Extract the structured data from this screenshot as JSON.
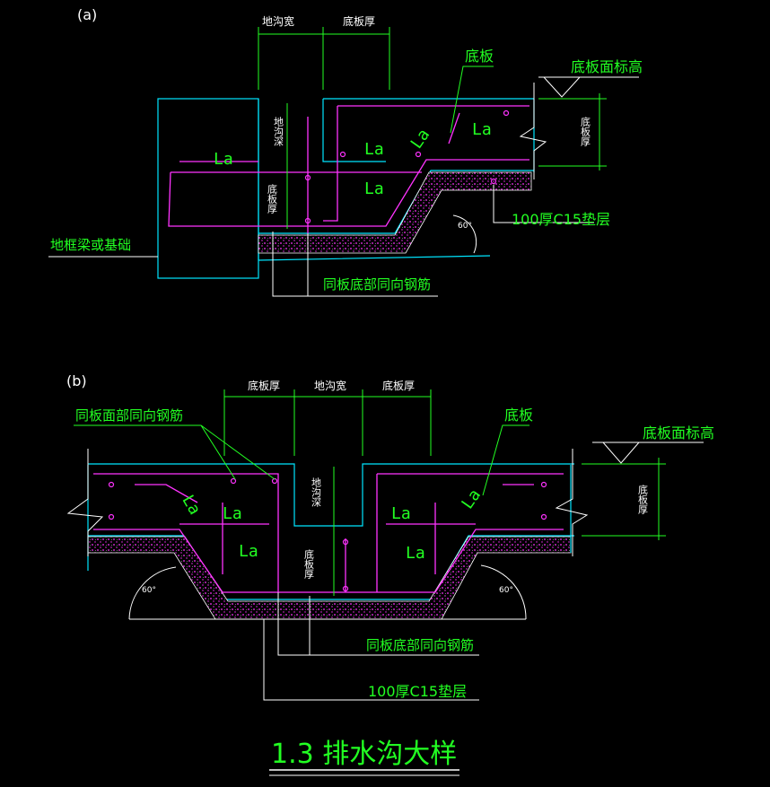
{
  "colors": {
    "background": "#000000",
    "cyan": "#00e5ff",
    "magenta": "#ff33ff",
    "green": "#22ff22",
    "white": "#ffffff",
    "yellow": "#ffff44"
  },
  "detail_a": {
    "label": "(a)",
    "dim_trench_width": "地沟宽",
    "dim_slab_thick_top": "底板厚",
    "bottom_slab": "底板",
    "slab_top_elev": "底板面标高",
    "slab_thick_right": "底板厚",
    "trench_depth": "地沟深",
    "slab_thick_mid": "底板厚",
    "la1": "La",
    "la2": "La",
    "la3": "La",
    "la4": "La",
    "la5": "La",
    "beam_or_foundation": "地框梁或基础",
    "cushion": "100厚C15垫层",
    "same_bottom_rebar": "同板底部同向钢筋",
    "angle": "60°"
  },
  "detail_b": {
    "label": "(b)",
    "dim_slab_thick_left": "底板厚",
    "dim_trench_width": "地沟宽",
    "dim_slab_thick_right": "底板厚",
    "same_top_rebar": "同板面部同向钢筋",
    "bottom_slab": "底板",
    "slab_top_elev": "底板面标高",
    "slab_thick_right": "底板厚",
    "trench_depth": "地沟深",
    "slab_thick_mid": "底板厚",
    "la_l1": "La",
    "la_l2": "La",
    "la_l3": "La",
    "la_r1": "La",
    "la_r2": "La",
    "la_r3": "La",
    "angle_left": "60°",
    "angle_right": "60°",
    "same_bottom_rebar": "同板底部同向钢筋",
    "cushion": "100厚C15垫层"
  },
  "title": "1.3  排水沟大样"
}
